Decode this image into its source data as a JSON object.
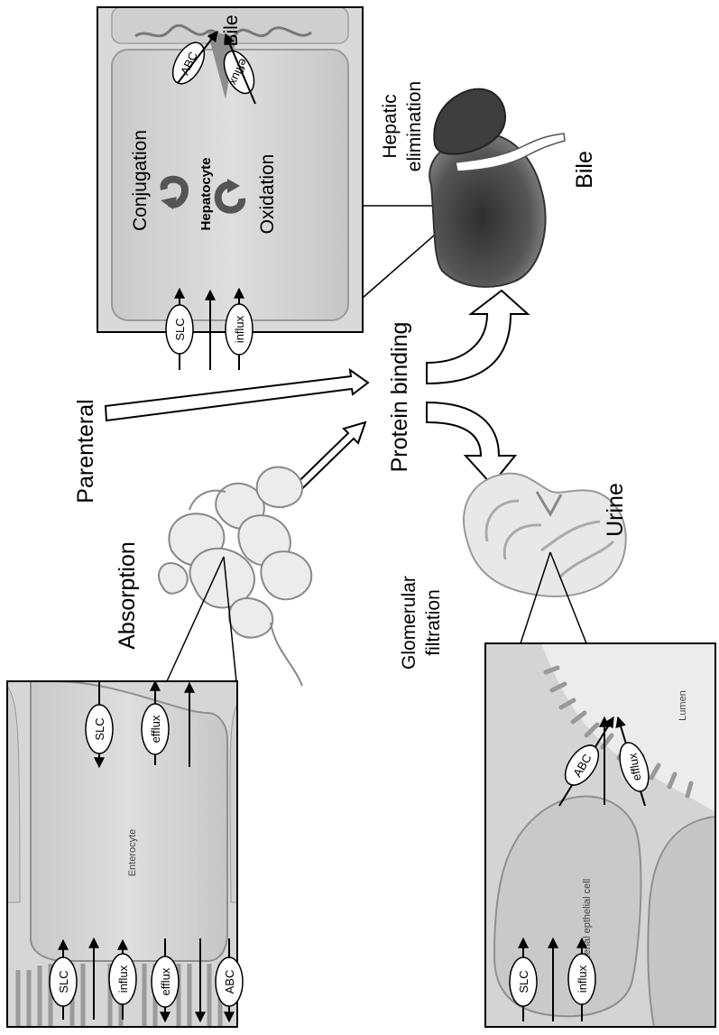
{
  "labels": {
    "absorption": "Absorption",
    "parenteral": "Parenteral",
    "protein_binding": "Protein binding",
    "hepatic_elimination_1": "Hepatic",
    "hepatic_elimination_2": "elimination",
    "bile": "Bile",
    "urine": "Urine",
    "glomerular_1": "Glomerular",
    "glomerular_2": "filtration"
  },
  "hepatocyte_box": {
    "cell_name": "Hepatocyte",
    "conjugation": "Conjugation",
    "oxidation": "Oxidation",
    "bile": "Bile",
    "transporters": [
      "SLC",
      "influx",
      "ABC",
      "efflux"
    ]
  },
  "enterocyte_box": {
    "cell_name": "Enterocyte",
    "apical_transporters": [
      "SLC",
      "efflux"
    ],
    "basolateral_transporters": [
      "SLC",
      "influx",
      "efflux",
      "ABC"
    ]
  },
  "renal_box": {
    "cell_name": "Renal epthelial cell",
    "lumen": "Lumen",
    "basolateral_transporters": [
      "SLC",
      "influx"
    ],
    "apical_transporters": [
      "ABC",
      "efflux"
    ]
  }
}
